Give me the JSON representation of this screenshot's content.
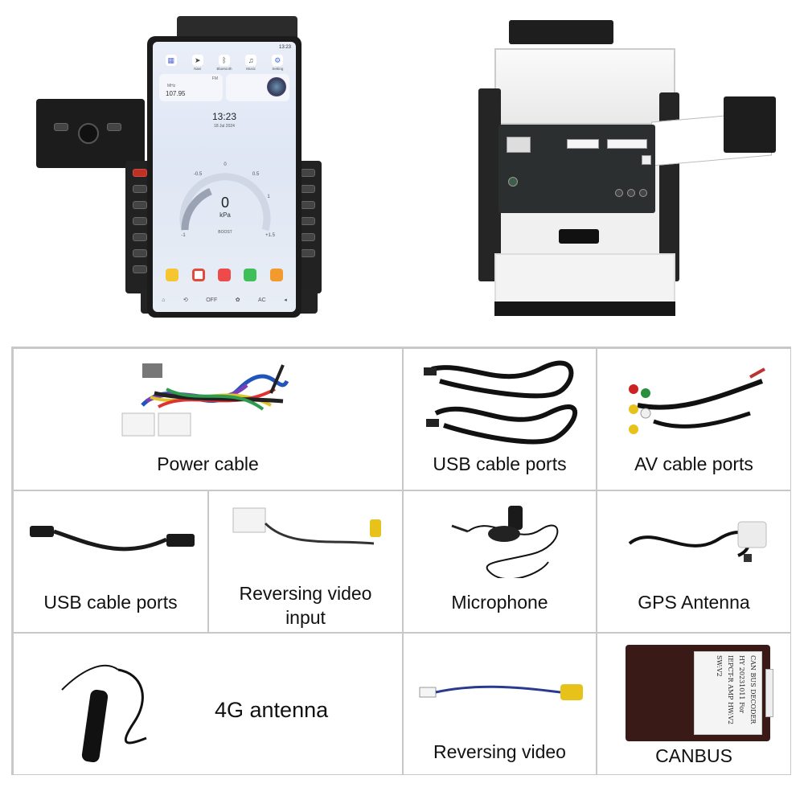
{
  "screen": {
    "status_time": "13:23",
    "apps": [
      {
        "label": "",
        "icon": "apps-grid-icon"
      },
      {
        "label": "Navi",
        "icon": "navigation-arrow-icon"
      },
      {
        "label": "Bluetooth",
        "icon": "bluetooth-icon"
      },
      {
        "label": "Music",
        "icon": "music-note-icon"
      },
      {
        "label": "Setting",
        "icon": "settings-gear-icon"
      }
    ],
    "radio": {
      "band": "FM",
      "unit": "MHz",
      "frequency": "107.95"
    },
    "clock": {
      "time": "13:23",
      "date": "18 Jul 2024"
    },
    "gauge": {
      "value": "0",
      "unit": "kPa",
      "label": "BOOST",
      "ticks": [
        "-1",
        "-0.5",
        "0",
        "0.5",
        "1",
        "+1.5"
      ]
    },
    "navbar": [
      "⌂",
      "⟲",
      "OFF",
      "✿",
      "AC",
      "◂"
    ]
  },
  "accessories": {
    "power_cable": "Power cable",
    "usb_cable_ports_1": "USB cable ports",
    "av_cable_ports": "AV cable ports",
    "usb_cable_ports_2": "USB cable ports",
    "reversing_video_input_line1": "Reversing video",
    "reversing_video_input_line2": "input",
    "microphone": "Microphone",
    "gps_antenna": "GPS Antenna",
    "antenna_4g": "4G antenna",
    "reversing_video": "Reversing video",
    "canbus": "CANBUS"
  },
  "canbus_box": {
    "lines": [
      "CAN BUS DECODER",
      "HY 20231011",
      "For IEPCT-R AMP",
      "HW:V2  SW:V2"
    ]
  },
  "colors": {
    "grid_border": "#c8c8c8",
    "label_text": "#111111"
  }
}
